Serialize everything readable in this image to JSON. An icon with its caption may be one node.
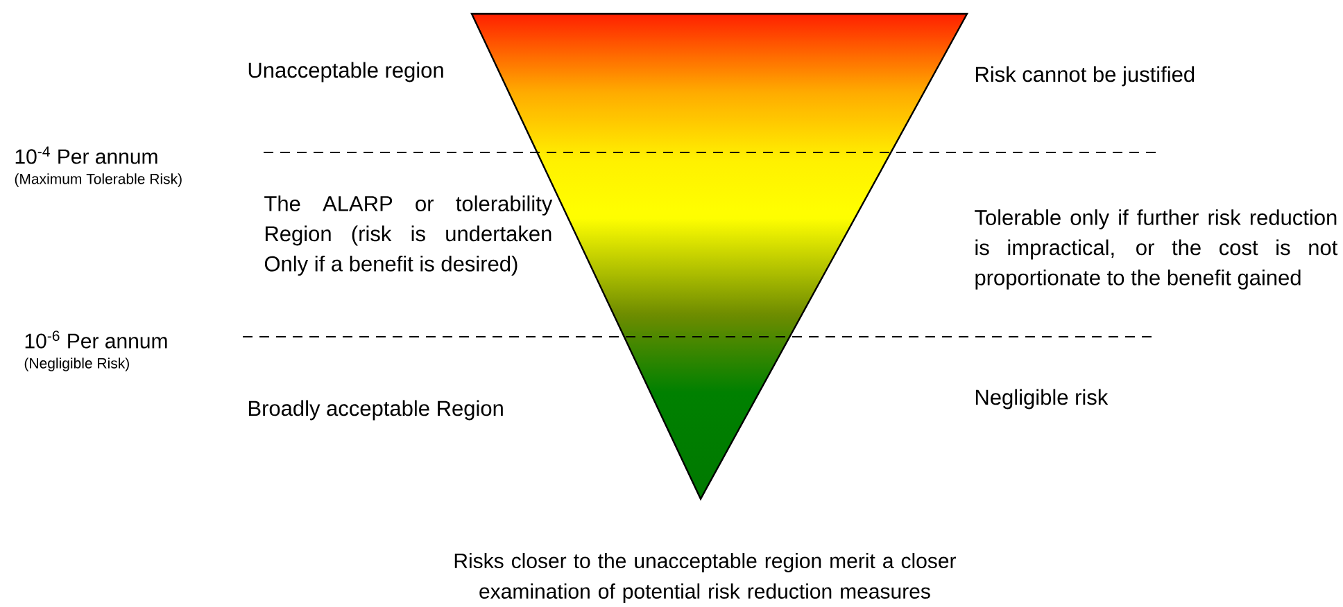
{
  "diagram": {
    "caption": "Risks closer to the unacceptable region merit a closer examination of potential risk reduction measures",
    "labels": [
      "Unacceptable region",
      "Risk cannot be justified",
      "10$^{-4}$ Per annum",
      "(Maximum Tolerable Risk)",
      "The ALARP or tolerability Region (risk is undertaken Only if a benefit is desired)",
      "Tolerable only if further risk reduction is impractical, or the cost is not proportionate to the benefit gained",
      "10$^{-6}$ Per annum",
      "(Negligible Risk)",
      "Broadly acceptable Region",
      "Negligible risk"
    ]
  }
}
